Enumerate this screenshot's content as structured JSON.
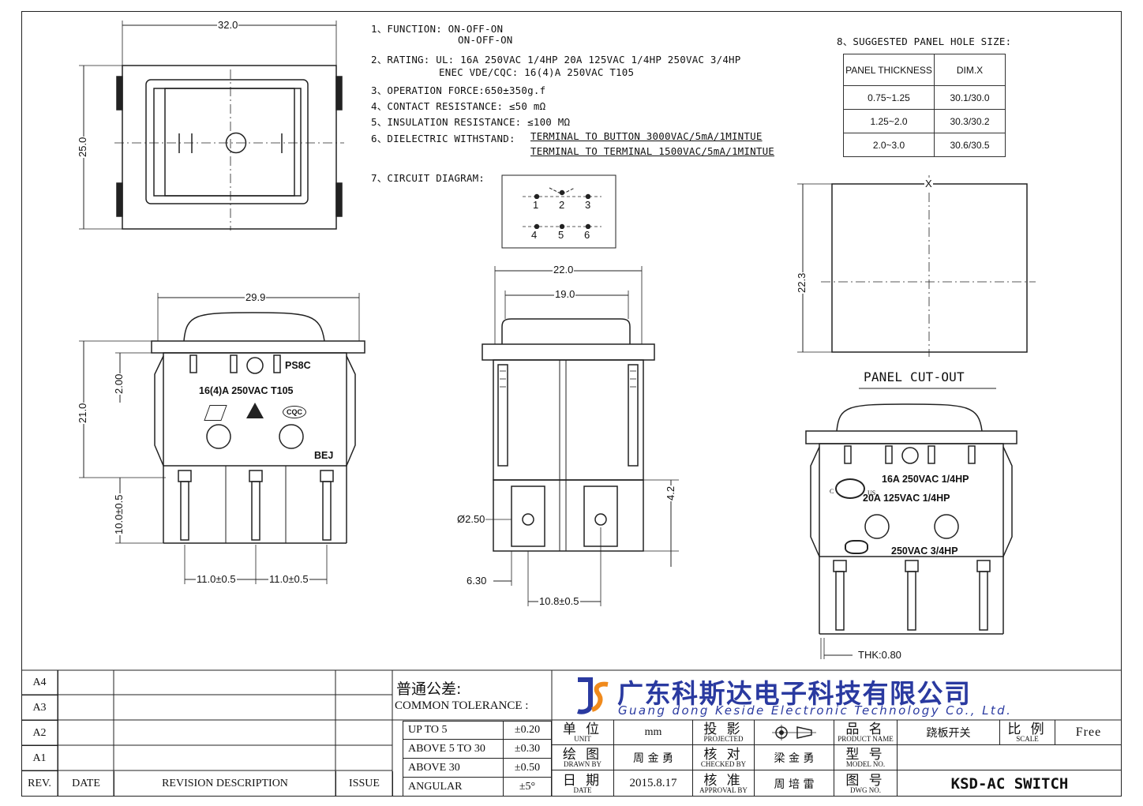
{
  "specs": {
    "f1a": "1、FUNCTION:   ON-OFF-ON",
    "f1b": "ON-OFF-ON",
    "r2a": "2、RATING:   UL: 16A 250VAC 1/4HP   20A 125VAC 1/4HP 250VAC 3/4HP",
    "r2b": "ENEC VDE/CQC: 16(4)A 250VAC T105",
    "o3": "3、OPERATION FORCE:650±350g.f",
    "c4": "4、CONTACT RESISTANCE:  ≤50 mΩ",
    "i5": "5、INSULATION RESISTANCE:  ≤100 MΩ",
    "d6": "6、DIELECTRIC WITHSTAND:",
    "d6a": "TERMINAL TO BUTTON 3000VAC/5mA/1MINTUE",
    "d6b": "TERMINAL TO TERMINAL 1500VAC/5mA/1MINTUE",
    "c7": "7、CIRCUIT DIAGRAM:",
    "s8": "8、SUGGESTED PANEL HOLE SIZE:"
  },
  "panel_table": {
    "h1": "PANEL THICKNESS",
    "h2": "DIM.X",
    "rows": [
      [
        "0.75~1.25",
        "30.1/30.0"
      ],
      [
        "1.25~2.0",
        "30.3/30.2"
      ],
      [
        "2.0~3.0",
        "30.6/30.5"
      ]
    ]
  },
  "circuit": {
    "top": [
      "1",
      "2",
      "3"
    ],
    "bottom": [
      "4",
      "5",
      "6"
    ]
  },
  "dims": {
    "w32": "32.0",
    "h25": "25.0",
    "w29": "29.9",
    "h21": "21.0",
    "h2": "2.00",
    "h10": "10.0±0.5",
    "p11a": "11.0±0.5",
    "p11b": "11.0±0.5",
    "w22": "22.0",
    "w19": "19.0",
    "d25": "Ø2.50",
    "d63": "6.30",
    "d108": "10.8±0.5",
    "d42": "4.2",
    "x": "X",
    "h223": "22.3",
    "thk": "THK:0.80"
  },
  "marks": {
    "ps8": "PS8C",
    "rat": "16(4)A 250VAC T105",
    "cqc": "CQC",
    "bej": "BEJ",
    "ul1": "16A 250VAC 1/4HP",
    "ul2": "20A 125VAC 1/4HP",
    "ul3": "250VAC 3/4HP",
    "us": "US",
    "c": "C"
  },
  "cutout": "PANEL CUT-OUT",
  "tb": {
    "revs": [
      "A4",
      "A3",
      "A2",
      "A1"
    ],
    "rev": "REV.",
    "date": "DATE",
    "desc": "REVISION DESCRIPTION",
    "issue": "ISSUE",
    "tol_cn": "普通公差:",
    "tol_en": "COMMON TOLERANCE :",
    "tol": [
      [
        "UP TO 5",
        "±0.20"
      ],
      [
        "ABOVE 5 TO 30",
        "±0.30"
      ],
      [
        "ABOVE 30",
        "±0.50"
      ],
      [
        "ANGULAR",
        "±5°"
      ]
    ],
    "unit_cn": "单 位",
    "unit_en": "UNIT",
    "unit_v": "mm",
    "proj_cn": "投 影",
    "proj_en": "PROJECTED",
    "name_cn": "品 名",
    "name_en": "PRODUCT NAME",
    "name_v": "跷板开关",
    "scale_cn": "比 例",
    "scale_en": "SCALE",
    "scale_v": "Free",
    "draw_cn": "绘 图",
    "draw_en": "DRAWN BY",
    "draw_v": "周 金 勇",
    "chk_cn": "核 对",
    "chk_en": "CHECKED BY",
    "chk_v": "梁 金 勇",
    "model_cn": "型 号",
    "model_en": "MODEL NO.",
    "dt_cn": "日 期",
    "dt_en": "DATE",
    "dt_v": "2015.8.17",
    "apr_cn": "核 准",
    "apr_en": "APPROVAL BY",
    "apr_v": "周 培 雷",
    "dwg_cn": "图 号",
    "dwg_en": "DWG NO.",
    "dwg_v": "KSD-AC SWITCH",
    "co_cn": "广东科斯达电子科技有限公司",
    "co_en": "Guang dong Keside  Electronic Technology Co., Ltd."
  }
}
